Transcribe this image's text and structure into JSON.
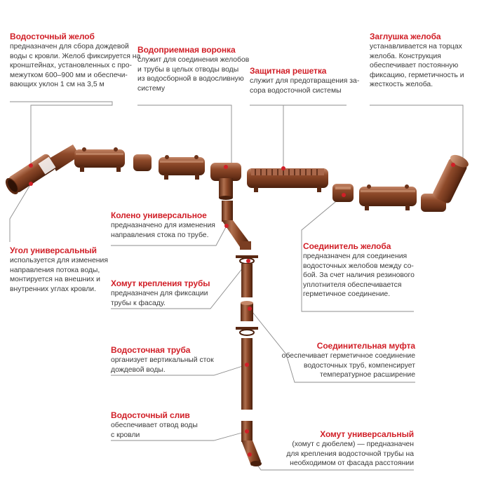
{
  "callouts": {
    "gutter": {
      "title": "Водосточный желоб",
      "desc": "предназначен для сбора дождевой\nводы с кровли. Желоб фиксируется на\nкронштейнах, установленных с про-\nмежутком 600–900 мм и обеспечи-\nвающих уклон 1 см на 3,5 м"
    },
    "funnel": {
      "title": "Водоприемная воронка",
      "desc": "служит для соединения желобов\nи трубы в целых отводы воды\nиз водосборной в водосливную\nсистему"
    },
    "grid": {
      "title": "Защитная решетка",
      "desc": "служит для предотвращения за-\nсора водосточной системы"
    },
    "cap": {
      "title": "Заглушка желоба",
      "desc": "устанавливается на торцах\nжелоба. Конструкция\nобеспечивает постоянную\nфиксацию, герметичность и\nжесткость желоба."
    },
    "elbow": {
      "title": "Колено универсальное",
      "desc": "предназначено для изменения\nнаправления стока по трубе."
    },
    "corner": {
      "title": "Угол универсальный",
      "desc": "используется для изменения\nнаправления потока воды,\nмонтируется на внешних и\nвнутренних углах кровли."
    },
    "connector": {
      "title": "Соединитель желоба",
      "desc": "предназначен для соединения\nводосточных желобов между со-\nбой. За счет наличия резинового\nуплотнителя обеспечивается\nгерметичное соединение."
    },
    "clamp": {
      "title": "Хомут крепления трубы",
      "desc": "предназначен для фиксации\nтрубы к фасаду."
    },
    "pipe": {
      "title": "Водосточная труба",
      "desc": "организует вертикальный сток\nдождевой воды."
    },
    "coupling": {
      "title": "Соединительная муфта",
      "desc": "обеспечивает герметичное соединение\nводосточных труб, компенсирует\nтемпературное расширение"
    },
    "drain": {
      "title": "Водосточный слив",
      "desc": "обеспечивает отвод воды\nс кровли"
    },
    "universal_clamp": {
      "title": "Хомут универсальный",
      "desc": "(хомут с дюбелем) — предназначен\nдля крепления водосточной трубы на\nнеобходимом от фасада расстоянии"
    }
  },
  "colors": {
    "accent": "#d11f27",
    "brown": "#7a3e22",
    "brown_light": "#a9674a",
    "brown_dark": "#4e2412",
    "line": "#8c8c8c"
  }
}
